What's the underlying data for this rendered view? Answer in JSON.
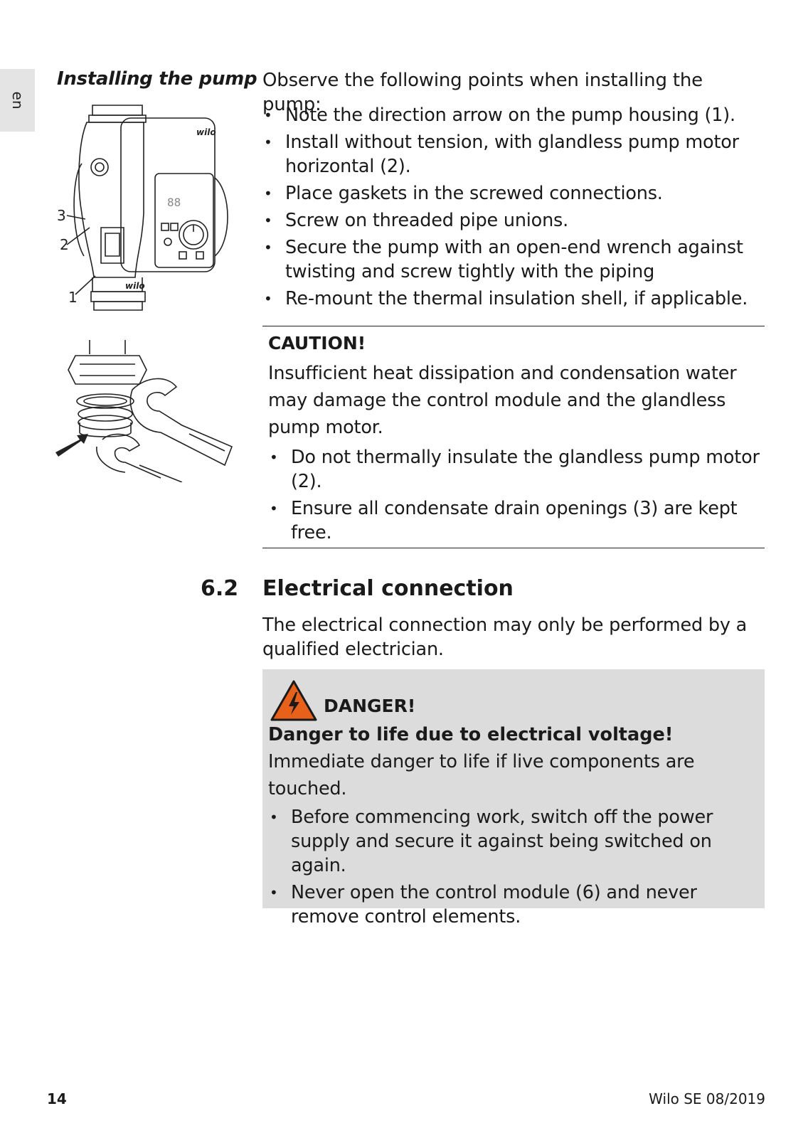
{
  "lang_tab": "en",
  "side_heading": "Installing the pump",
  "intro": "Observe the following points when installing the pump:",
  "install_points": [
    "Note the direction arrow on the pump housing (1).",
    "Install without tension, with glandless pump motor horizontal (2).",
    "Place gaskets in the screwed connections.",
    "Screw on threaded pipe unions.",
    "Secure the pump with an open-end wrench against twisting and screw tightly with the piping",
    "Re-mount the thermal insulation shell, if applicable."
  ],
  "caution": {
    "label": "CAUTION!",
    "description": "Insufficient heat dissipation and condensation water may damage the control module and the glandless pump motor.",
    "points": [
      "Do not thermally insulate the glandless pump motor (2).",
      "Ensure all condensate drain openings (3) are kept free."
    ]
  },
  "section": {
    "number": "6.2",
    "title": "Electrical connection",
    "description": "The electrical connection may only be performed by a qualified electrician."
  },
  "danger": {
    "label": "DANGER!",
    "title": "Danger to life due to electrical voltage!",
    "description": "Immediate danger to life if live components are touched.",
    "points": [
      "Before commencing work, switch off the power supply and secure it against being switched on again.",
      "Never open the control module (6) and never remove control elements."
    ],
    "colors": {
      "warning_fill": "#e8611a",
      "box_bg": "#dcdcdc"
    }
  },
  "pump_figure": {
    "callouts": [
      "3",
      "2",
      "1"
    ],
    "logo_top": "wilo",
    "logo_bottom": "wilo"
  },
  "footer": {
    "page_number": "14",
    "publisher": "Wilo SE 08/2019"
  }
}
